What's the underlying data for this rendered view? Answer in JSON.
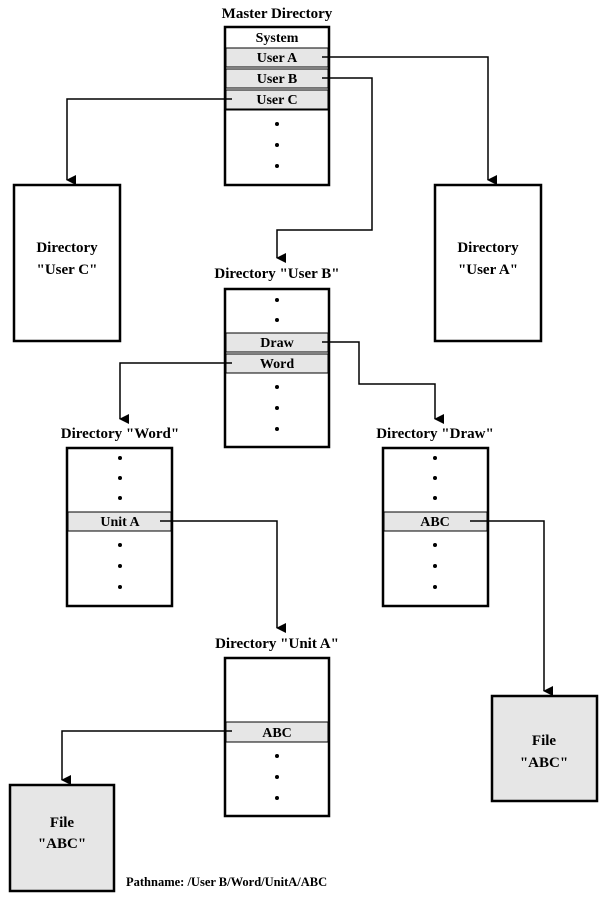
{
  "master": {
    "title": "Master Directory",
    "entries": [
      "System",
      "User A",
      "User B",
      "User C"
    ],
    "dots": "•"
  },
  "dir_user_c": {
    "line1": "Directory",
    "line2": "\"User C\""
  },
  "dir_user_a": {
    "line1": "Directory",
    "line2": "\"User A\""
  },
  "dir_user_b": {
    "title": "Directory \"User B\"",
    "entries": [
      "Draw",
      "Word"
    ]
  },
  "dir_word": {
    "title": "Directory \"Word\"",
    "entries": [
      "Unit A"
    ]
  },
  "dir_draw": {
    "title": "Directory \"Draw\"",
    "entries": [
      "ABC"
    ]
  },
  "dir_unit_a": {
    "title": "Directory \"Unit A\"",
    "entries": [
      "ABC"
    ]
  },
  "file_left": {
    "line1": "File",
    "line2": "\"ABC\""
  },
  "file_right": {
    "line1": "File",
    "line2": "\"ABC\""
  },
  "pathname": "Pathname: /User B/Word/UnitA/ABC",
  "colors": {
    "entry_fill": "#e6e6e6",
    "file_fill": "#e6e6e6",
    "stroke": "#000000"
  }
}
